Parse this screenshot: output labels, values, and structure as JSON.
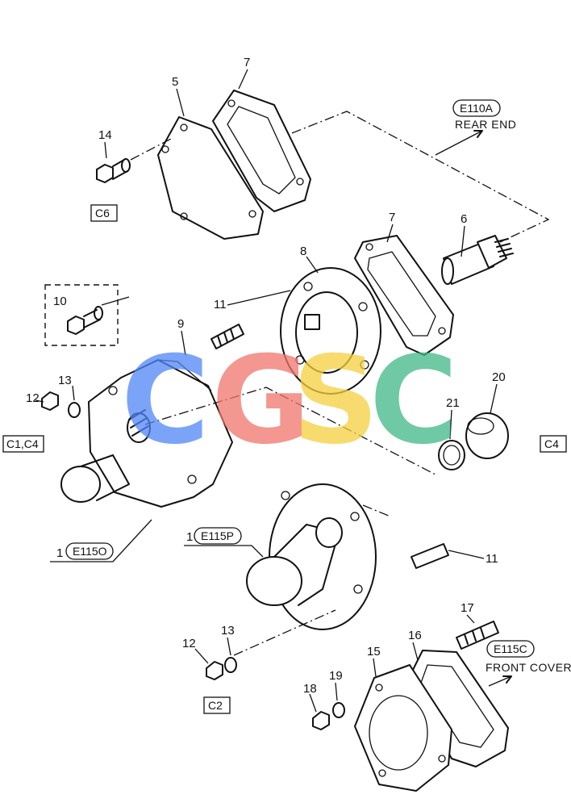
{
  "diagram": {
    "callouts": [
      "14",
      "5",
      "7",
      "7",
      "6",
      "8",
      "11",
      "9",
      "10",
      "13",
      "12",
      "20",
      "21",
      "1",
      "1",
      "11",
      "17",
      "12",
      "13",
      "16",
      "15",
      "18",
      "19"
    ],
    "boxed_refs": {
      "c6": "C6",
      "c1c4": "C1,C4",
      "c4": "C4",
      "c2": "C2"
    },
    "assembly_tags": {
      "e110a": "E110A",
      "e115o": "E115O",
      "e115p": "E115P",
      "e115c": "E115C"
    },
    "notes": {
      "rear_end": "REAR END",
      "front_cover": "FRONT COVER"
    }
  },
  "watermark": {
    "letters": [
      "C",
      "G",
      "S",
      "C"
    ],
    "colors": [
      "#4f86f7",
      "#f0756b",
      "#f6cf3f",
      "#3fb886"
    ]
  }
}
